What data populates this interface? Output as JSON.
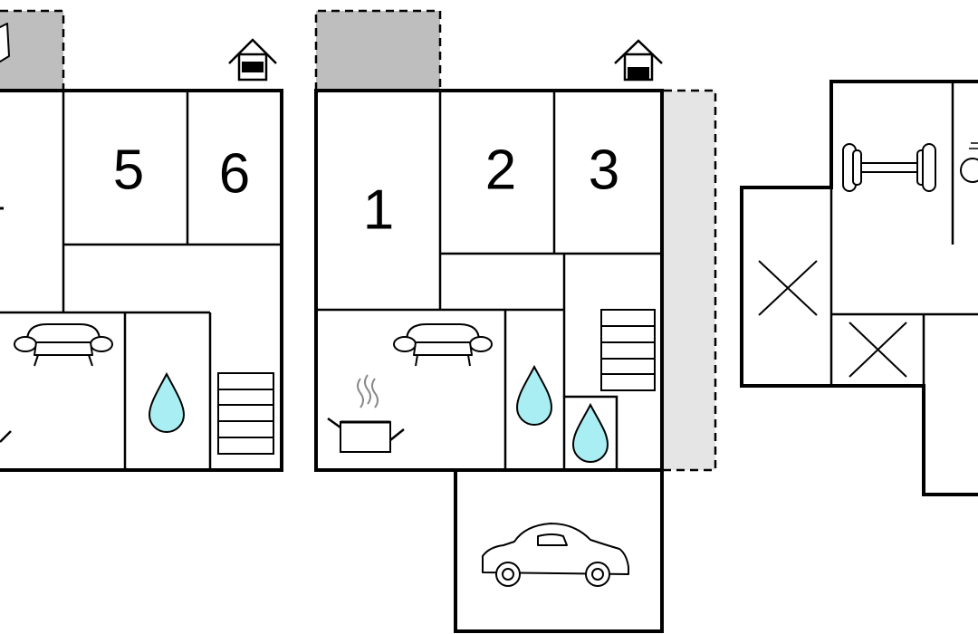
{
  "rooms": {
    "room_5": "5",
    "room_6": "6",
    "room_1": "1",
    "room_2": "2",
    "room_3": "3"
  },
  "colors": {
    "terrace_gray": "#bebebe",
    "terrace_light": "#e5e5e5",
    "water_fill": "#a8eef2",
    "wall": "#000000"
  },
  "icons": [
    "house-entrance-icon",
    "sofa-icon",
    "water-drop-icon",
    "stairs-icon",
    "cooking-pot-icon",
    "car-icon",
    "dumbbell-icon",
    "cross-icon"
  ]
}
